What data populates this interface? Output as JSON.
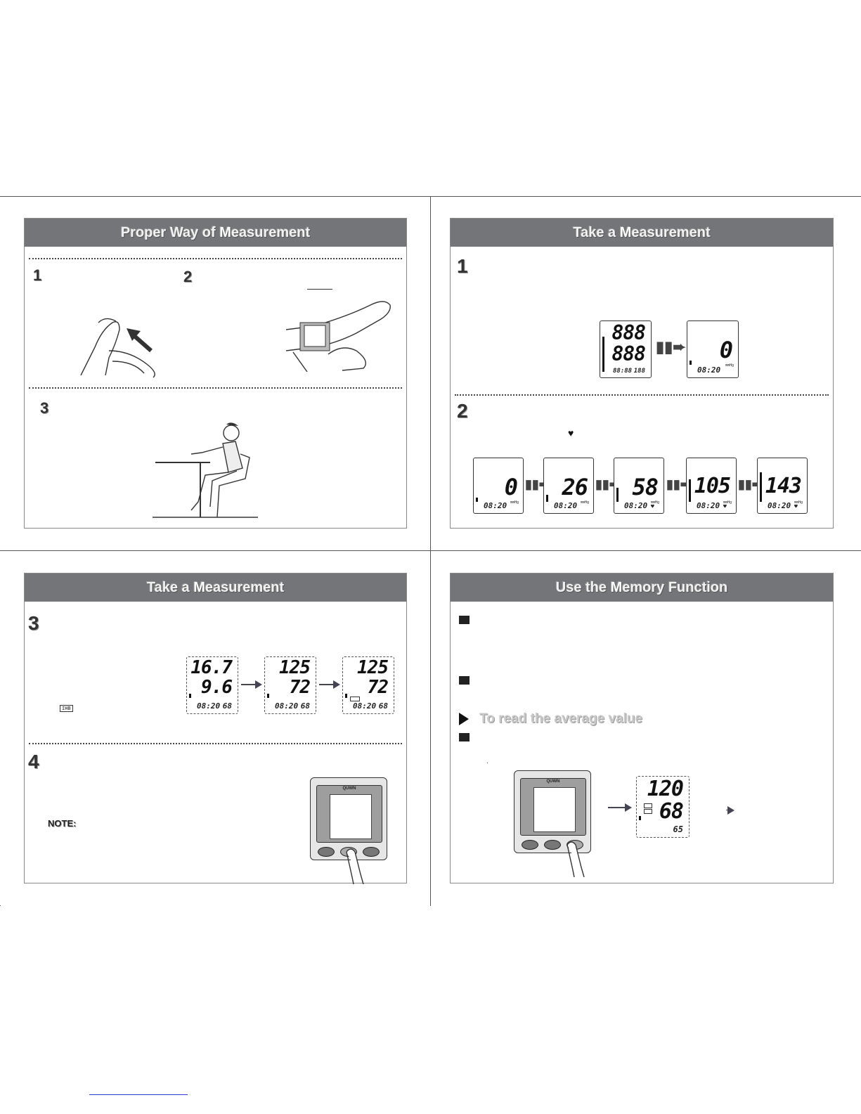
{
  "panels": {
    "p1": {
      "title_pre": "Proper Way of ",
      "title_cap": "M",
      "title_post": "easurement",
      "steps": [
        "1",
        "2",
        "3"
      ]
    },
    "p2": {
      "title_pre": "Take a ",
      "title_cap": "M",
      "title_post": "easurement",
      "steps": [
        "1",
        "2"
      ]
    },
    "p3": {
      "title_pre": "Take a ",
      "title_cap": "M",
      "title_post": "easurement",
      "steps": [
        "3",
        "4"
      ],
      "note_label": "NOTE:",
      "ihb_label": "IHB"
    },
    "p4": {
      "title_pre": "Use the ",
      "title_cap": "M",
      "title_post": "emory Function",
      "average_label": "To read the average value",
      "period": "."
    }
  },
  "lcd": {
    "test_top": "888",
    "test_bottom": "888",
    "test_time": "88:88",
    "test_pulse": "188",
    "time": "08:20",
    "unit": "mmHg",
    "start_value": "0",
    "inflation_values": [
      "0",
      "26",
      "58",
      "105",
      "143"
    ],
    "result_sequence": [
      {
        "top": "16.7",
        "bottom": "9.6",
        "pulse": "68"
      },
      {
        "top": "125",
        "bottom": "72",
        "pulse": "68"
      },
      {
        "top": "125",
        "bottom": "72",
        "pulse": "68"
      }
    ],
    "memory": {
      "top": "120",
      "bottom": "68",
      "pulse": "65"
    }
  },
  "device_brand": "QUWN",
  "icons": {
    "heart": "heart-icon",
    "arrow": "right-arrow-icon",
    "triangle": "play-triangle-icon"
  }
}
